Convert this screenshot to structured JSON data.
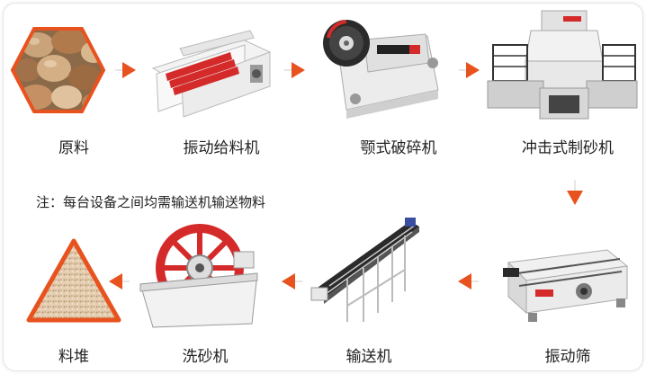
{
  "steps": [
    {
      "label": "原料"
    },
    {
      "label": "振动给料机"
    },
    {
      "label": "颚式破碎机"
    },
    {
      "label": "冲击式制砂机"
    },
    {
      "label": "振动筛"
    },
    {
      "label": "输送机"
    },
    {
      "label": "洗砂机"
    },
    {
      "label": "料堆"
    }
  ],
  "note": "注：每台设备之间均需输送机输送物料",
  "colors": {
    "arrow": "#e8521f",
    "machine_red": "#d42a2a",
    "frame": "#e4e4e4"
  }
}
